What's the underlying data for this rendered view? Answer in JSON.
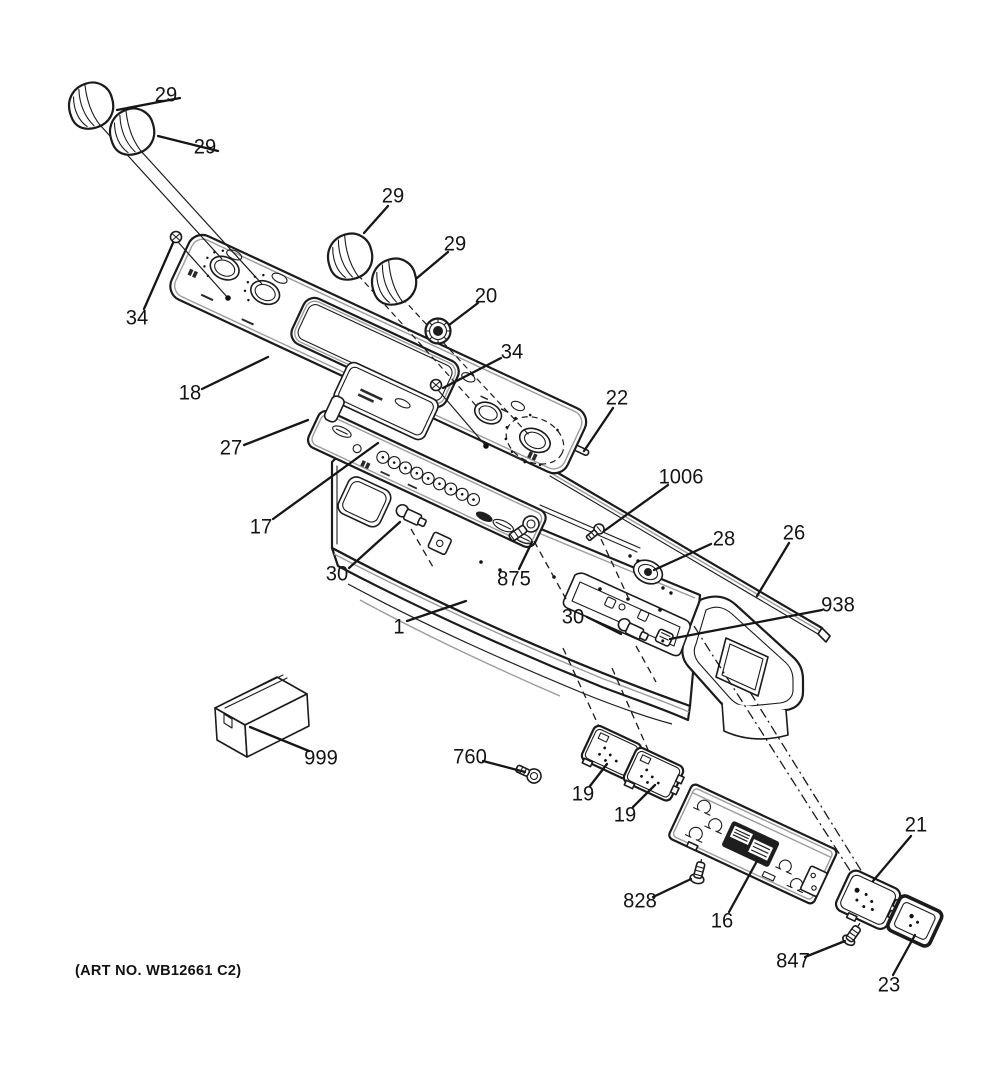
{
  "figure": {
    "art_no": "(ART NO. WB12661 C2)"
  },
  "part_labels": [
    {
      "text": "29"
    },
    {
      "text": "29"
    },
    {
      "text": "29"
    },
    {
      "text": "29"
    },
    {
      "text": "34"
    },
    {
      "text": "20"
    },
    {
      "text": "34"
    },
    {
      "text": "18"
    },
    {
      "text": "22"
    },
    {
      "text": "27"
    },
    {
      "text": "17"
    },
    {
      "text": "1006"
    },
    {
      "text": "28"
    },
    {
      "text": "26"
    },
    {
      "text": "30"
    },
    {
      "text": "875"
    },
    {
      "text": "938"
    },
    {
      "text": "30"
    },
    {
      "text": "1"
    },
    {
      "text": "999"
    },
    {
      "text": "760"
    },
    {
      "text": "19"
    },
    {
      "text": "19"
    },
    {
      "text": "21"
    },
    {
      "text": "828"
    },
    {
      "text": "16"
    },
    {
      "text": "847"
    },
    {
      "text": "23"
    }
  ]
}
